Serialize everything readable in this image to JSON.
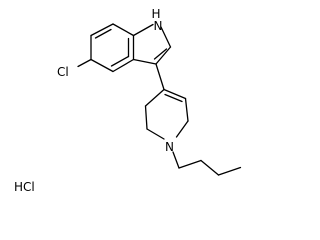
{
  "molecule": {
    "atoms": {
      "nh": "H",
      "n_indole": "N",
      "cl": "Cl",
      "n_amine": "N"
    },
    "salt": "HCl"
  }
}
